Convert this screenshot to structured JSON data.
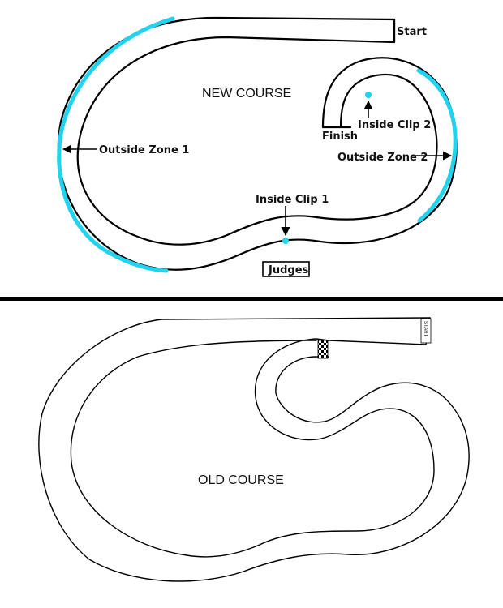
{
  "colors": {
    "zone": "#22d3ee",
    "clip": "#22d3ee",
    "ink": "#000000"
  },
  "new_course": {
    "title": "NEW COURSE",
    "start_label": "Start",
    "finish_label": "Finish",
    "outside_zone_1": "Outside Zone 1",
    "outside_zone_2": "Outside Zone 2",
    "inside_clip_1": "Inside Clip 1",
    "inside_clip_2": "Inside Clip 2",
    "judges_label": "Judges"
  },
  "old_course": {
    "title": "OLD COURSE",
    "start_label": "START"
  }
}
